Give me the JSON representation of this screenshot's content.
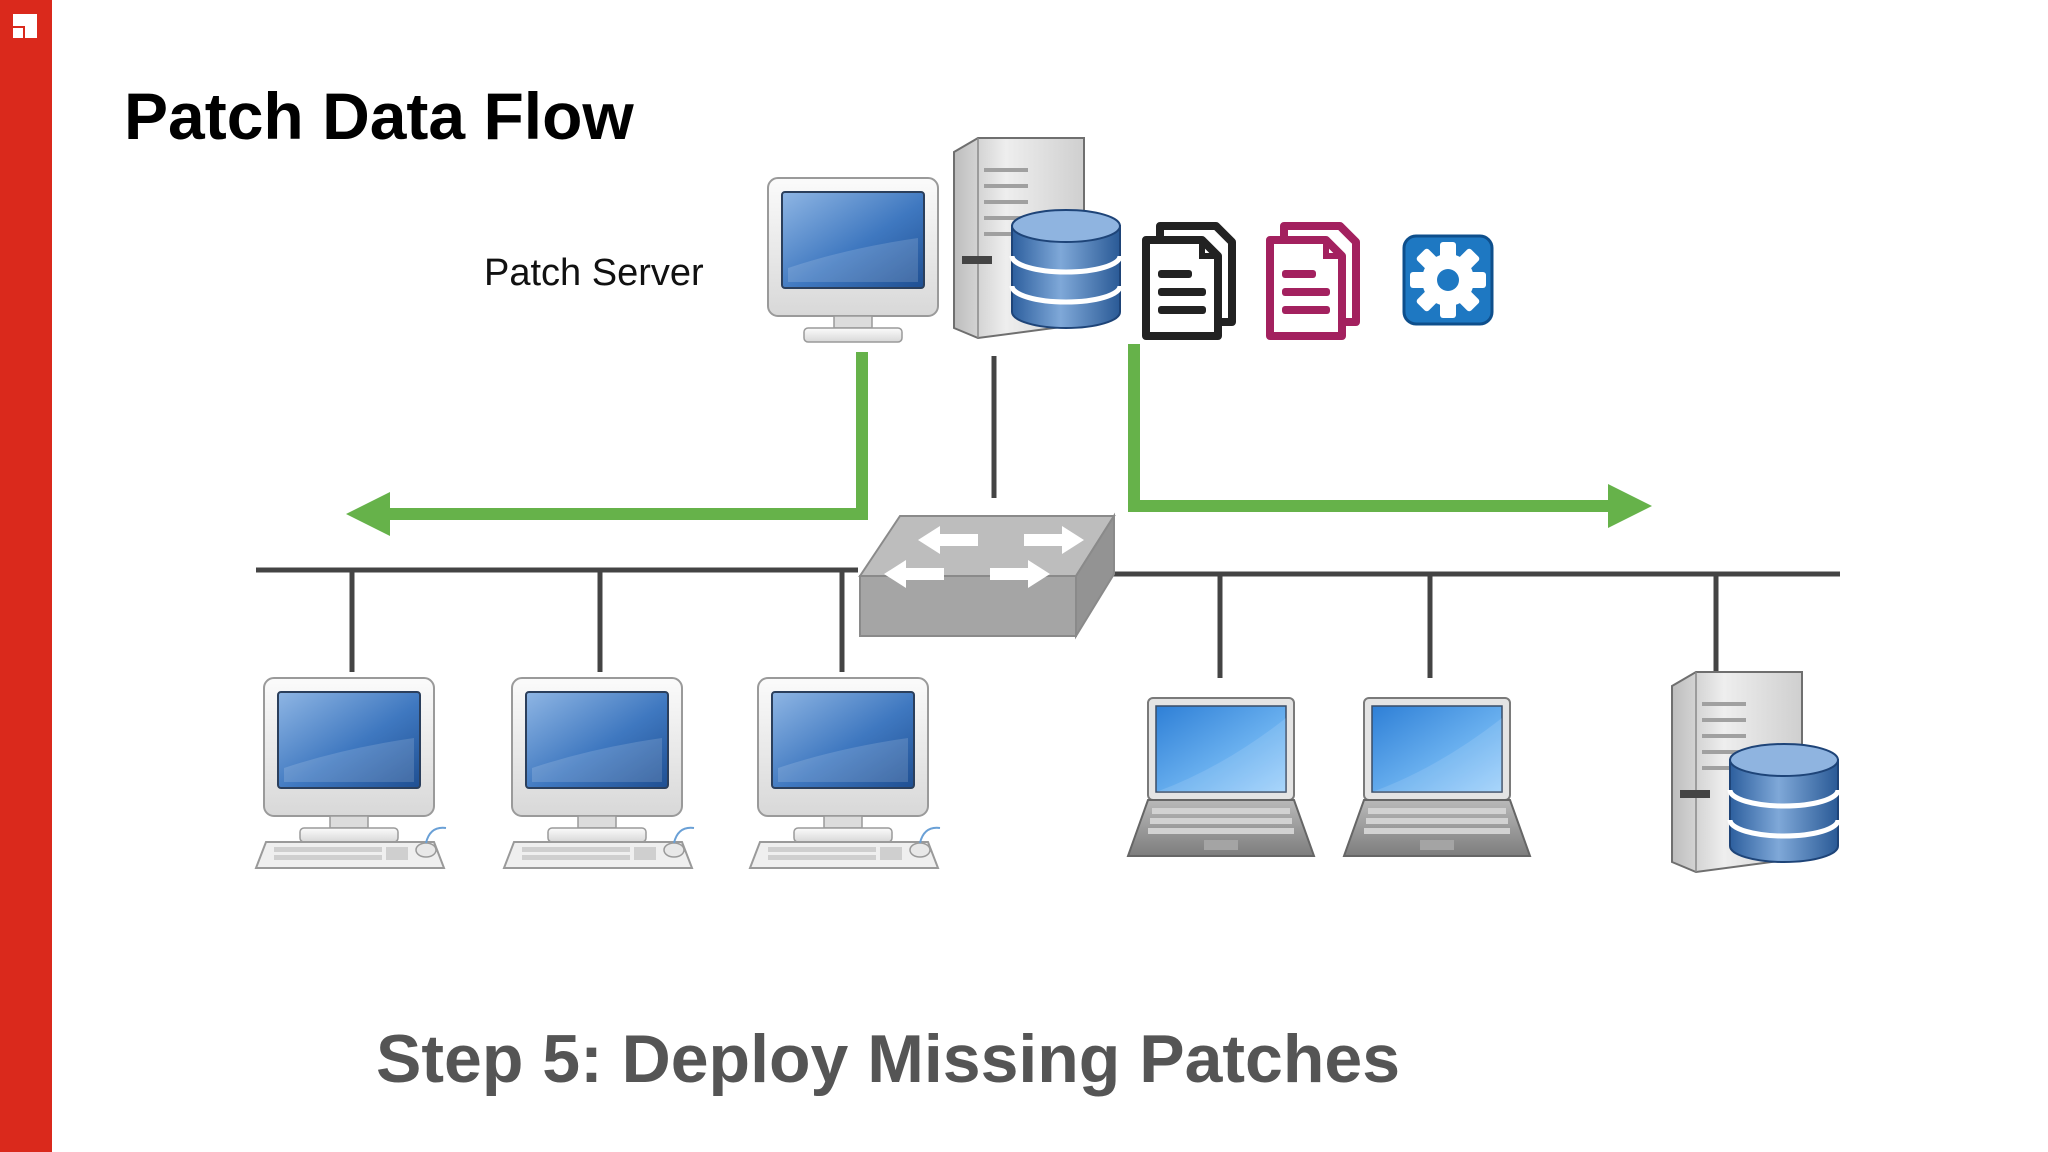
{
  "slide": {
    "title": "Patch Data Flow",
    "server_label": "Patch Server",
    "step_caption": "Step 5: Deploy Missing Patches"
  },
  "colors": {
    "brand_red": "#da291c",
    "flow_green": "#66b24a",
    "cable": "#444444",
    "switch_gray": "#b3b3b3",
    "gear_blue": "#1e78c2",
    "doc_magenta": "#a3215f"
  },
  "icons": [
    "brand-logo-icon",
    "monitor-icon",
    "server-database-icon",
    "document-icon",
    "document-icon",
    "gear-icon",
    "network-switch-icon",
    "desktop-computer-icon",
    "laptop-icon",
    "server-database-icon"
  ]
}
